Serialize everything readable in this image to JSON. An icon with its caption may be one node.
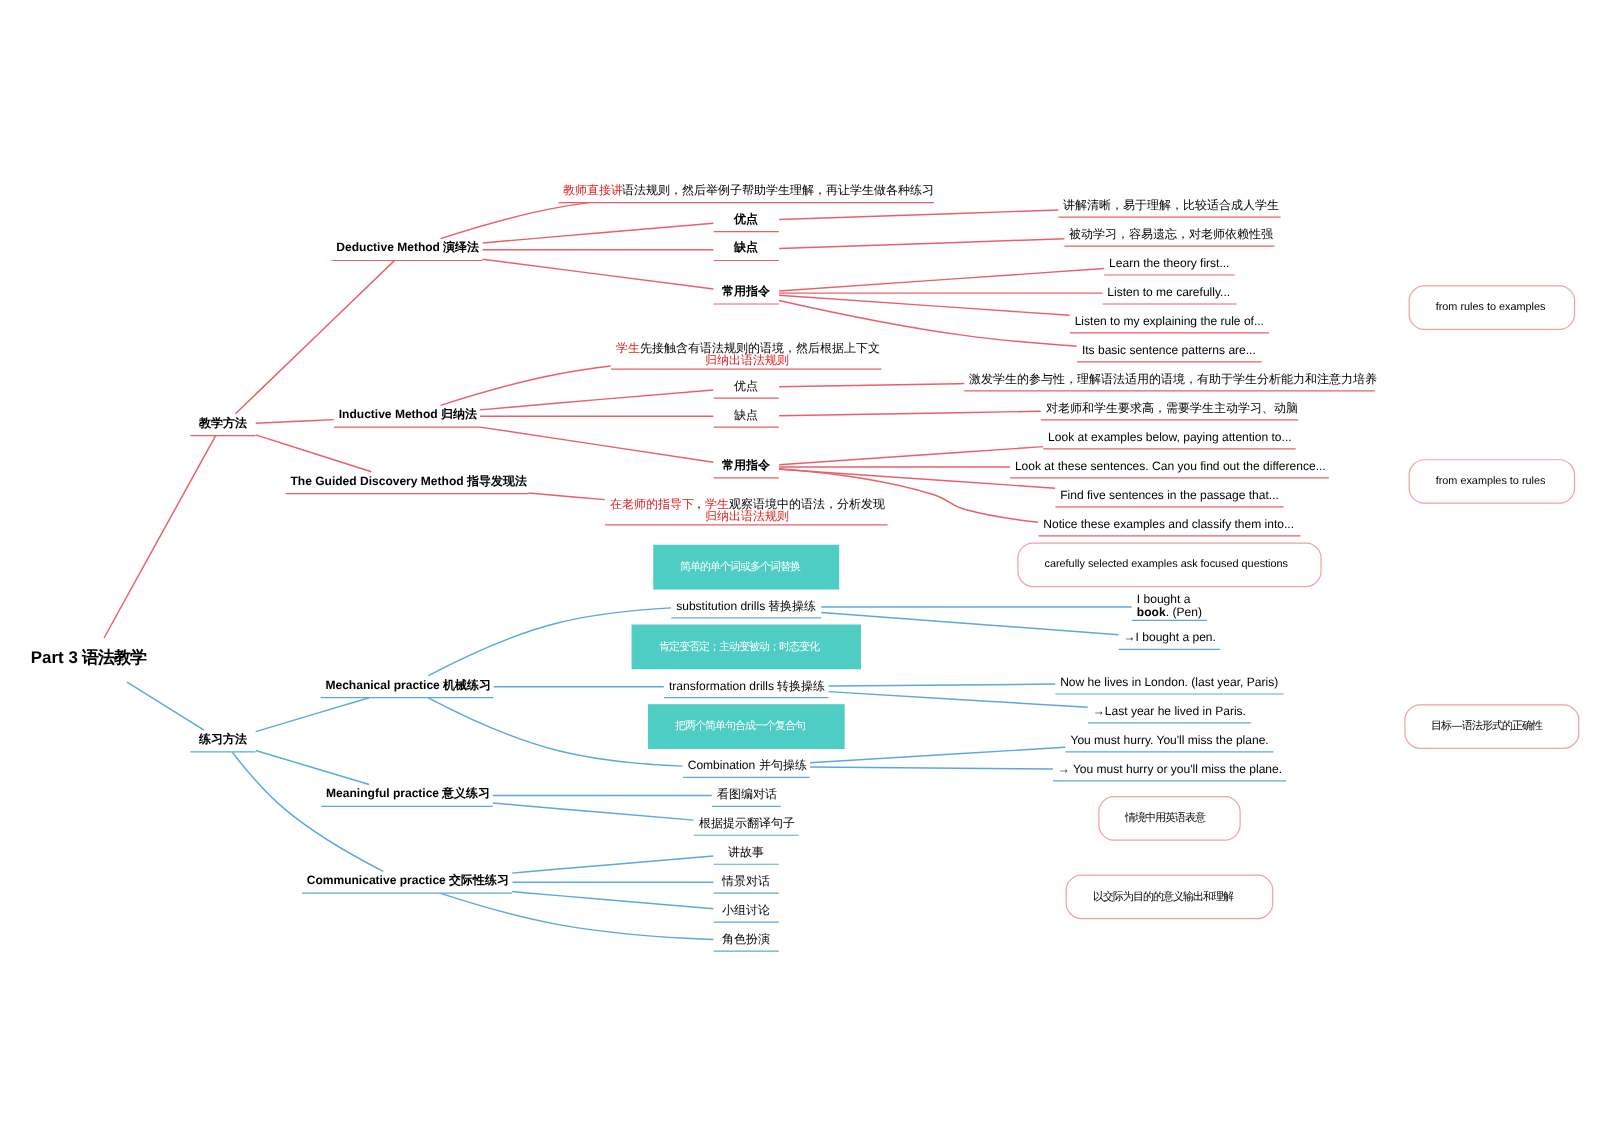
{
  "diagram": {
    "nodes": [
      {
        "text": [
          "Part 3 语法教学"
        ]
      },
      {
        "text": [
          "教学方法"
        ]
      },
      {
        "text": [
          "Deductive Method 演绎法"
        ]
      },
      {
        "text": [
          "**教师直接讲**语法规则，然后举例子帮助学生理解，再让学生做各种练习"
        ]
      },
      {
        "text": [
          "优点"
        ]
      },
      {
        "text": [
          "讲解清晰，易于理解，比较适合成人学生"
        ]
      },
      {
        "text": [
          "缺点"
        ]
      },
      {
        "text": [
          "被动学习，容易遗忘，对老师依赖性强"
        ]
      },
      {
        "text": [
          "常用指令"
        ]
      },
      {
        "text": [
          "Learn the theory first..."
        ]
      },
      {
        "text": [
          "Listen to me carefully..."
        ]
      },
      {
        "text": [
          "Listen to my explaining the rule of..."
        ]
      },
      {
        "text": [
          "Its basic sentence patterns are..."
        ]
      },
      {
        "text": [
          "from rules to examples"
        ]
      },
      {
        "text": [
          "Inductive Method 归纳法"
        ]
      },
      {
        "text": [
          "**学生**先接触含有语法规则的语境，然后根据上下文**归纳出语法规则**"
        ]
      },
      {
        "text": [
          "优点"
        ]
      },
      {
        "text": [
          "激发学生的参与性，理解语法适用的语境，有助于学生分析能力和注意力培养"
        ]
      },
      {
        "text": [
          "缺点"
        ]
      },
      {
        "text": [
          "对老师和学生要求高，需要学生主动学习、动脑"
        ]
      },
      {
        "text": [
          "常用指令"
        ]
      },
      {
        "text": [
          "Look at examples below, paying attention to..."
        ]
      },
      {
        "text": [
          "Look at these sentences. Can you find out the difference..."
        ]
      },
      {
        "text": [
          "Find five sentences in the passage that..."
        ]
      },
      {
        "text": [
          "Notice these examples and classify them into..."
        ]
      },
      {
        "text": [
          "from examples to rules"
        ]
      },
      {
        "text": [
          "The Guided Discovery Method 指导发现法"
        ]
      },
      {
        "text": [
          "**在老师的指导下**，**学生**观察语境中的语法，分析发现**归纳出语法规则**"
        ]
      },
      {
        "text": [
          "carefully selected examples ask focused questions"
        ]
      },
      {
        "text": [
          "练习方法"
        ]
      },
      {
        "text": [
          "Mechanical practice 机械练习"
        ]
      },
      {
        "text": [
          "简单的单个词或多个词替换"
        ]
      },
      {
        "text": [
          "substitution drills 替换操练"
        ]
      },
      {
        "text": [
          "I bought a **book**. (Pen)"
        ]
      },
      {
        "text": [
          "→I bought a pen."
        ]
      },
      {
        "text": [
          "肯定变否定；主动变被动；时态变化"
        ]
      },
      {
        "text": [
          "transformation drills 转换操练"
        ]
      },
      {
        "text": [
          "Now he lives in London. (last year, Paris)"
        ]
      },
      {
        "text": [
          "→Last year he lived in Paris."
        ]
      },
      {
        "text": [
          "把两个简单句合成一个复合句"
        ]
      },
      {
        "text": [
          "Combination 并句操练"
        ]
      },
      {
        "text": [
          "You must hurry. You'll miss the plane."
        ]
      },
      {
        "text": [
          "→ You must hurry or you'll miss the plane."
        ]
      },
      {
        "text": [
          "目标—语法形式的正确性"
        ]
      },
      {
        "text": [
          "Meaningful practice 意义练习"
        ]
      },
      {
        "text": [
          "看图编对话"
        ]
      },
      {
        "text": [
          "根据提示翻译句子"
        ]
      },
      {
        "text": [
          "情境中用英语表意"
        ]
      },
      {
        "text": [
          "Communicative practice 交际性练习"
        ]
      },
      {
        "text": [
          "讲故事"
        ]
      },
      {
        "text": [
          "情景对话"
        ]
      },
      {
        "text": [
          "小组讨论"
        ]
      },
      {
        "text": [
          "角色扮演"
        ]
      },
      {
        "text": [
          "以交际为目的的意义输出和理解"
        ]
      }
    ],
    "edges": [
      {
        "from": 0,
        "to": 1,
        "arrow": "none"
      },
      {
        "from": 1,
        "to": 2,
        "arrow": "none"
      },
      {
        "from": 2,
        "to": 3,
        "arrow": "none"
      },
      {
        "from": 2,
        "to": 4,
        "arrow": "none"
      },
      {
        "from": 4,
        "to": 5,
        "arrow": "none"
      },
      {
        "from": 2,
        "to": 6,
        "arrow": "none"
      },
      {
        "from": 6,
        "to": 7,
        "arrow": "none"
      },
      {
        "from": 2,
        "to": 8,
        "arrow": "none"
      },
      {
        "from": 8,
        "to": 9,
        "arrow": "none"
      },
      {
        "from": 8,
        "to": 10,
        "arrow": "none"
      },
      {
        "from": 8,
        "to": 11,
        "arrow": "none"
      },
      {
        "from": 8,
        "to": 12,
        "arrow": "none"
      },
      {
        "from": 1,
        "to": 14,
        "arrow": "none"
      },
      {
        "from": 14,
        "to": 15,
        "arrow": "none"
      },
      {
        "from": 14,
        "to": 16,
        "arrow": "none"
      },
      {
        "from": 16,
        "to": 17,
        "arrow": "none"
      },
      {
        "from": 14,
        "to": 18,
        "arrow": "none"
      },
      {
        "from": 18,
        "to": 19,
        "arrow": "none"
      },
      {
        "from": 14,
        "to": 20,
        "arrow": "none"
      },
      {
        "from": 20,
        "to": 21,
        "arrow": "none"
      },
      {
        "from": 20,
        "to": 22,
        "arrow": "none"
      },
      {
        "from": 20,
        "to": 23,
        "arrow": "none"
      },
      {
        "from": 20,
        "to": 24,
        "arrow": "none"
      },
      {
        "from": 1,
        "to": 26,
        "arrow": "none"
      },
      {
        "from": 26,
        "to": 27,
        "arrow": "none"
      },
      {
        "from": 0,
        "to": 29,
        "arrow": "none",
        "color": "#5ba8df"
      },
      {
        "from": 29,
        "to": 30,
        "arrow": "none",
        "color": "#5ba8df"
      },
      {
        "from": 30,
        "to": 32,
        "arrow": "none",
        "color": "#5ba8df"
      },
      {
        "from": 32,
        "to": 33,
        "arrow": "none",
        "color": "#5ba8df"
      },
      {
        "from": 32,
        "to": 34,
        "arrow": "none",
        "color": "#5ba8df"
      },
      {
        "from": 30,
        "to": 36,
        "arrow": "none",
        "color": "#5ba8df"
      },
      {
        "from": 36,
        "to": 37,
        "arrow": "none",
        "color": "#5ba8df"
      },
      {
        "from": 36,
        "to": 38,
        "arrow": "none",
        "color": "#5ba8df"
      },
      {
        "from": 30,
        "to": 40,
        "arrow": "none",
        "color": "#5ba8df"
      },
      {
        "from": 40,
        "to": 41,
        "arrow": "none",
        "color": "#5ba8df"
      },
      {
        "from": 40,
        "to": 42,
        "arrow": "none",
        "color": "#5ba8df"
      },
      {
        "from": 29,
        "to": 44,
        "arrow": "none",
        "color": "#5ba8df"
      },
      {
        "from": 44,
        "to": 45,
        "arrow": "none",
        "color": "#5ba8df"
      },
      {
        "from": 44,
        "to": 46,
        "arrow": "none",
        "color": "#5ba8df"
      },
      {
        "from": 29,
        "to": 48,
        "arrow": "none",
        "color": "#5ba8df"
      },
      {
        "from": 48,
        "to": 49,
        "arrow": "none",
        "color": "#5ba8df"
      },
      {
        "from": 48,
        "to": 50,
        "arrow": "none",
        "color": "#5ba8df"
      },
      {
        "from": 48,
        "to": 51,
        "arrow": "none",
        "color": "#5ba8df"
      },
      {
        "from": 48,
        "to": 52,
        "arrow": "none",
        "color": "#5ba8df"
      }
    ]
  }
}
